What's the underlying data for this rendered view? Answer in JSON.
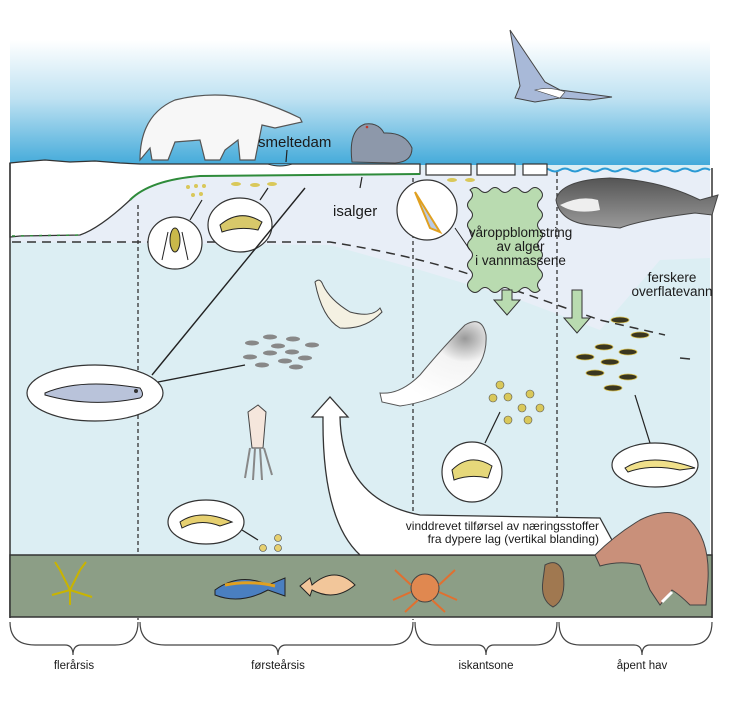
{
  "diagram": {
    "title": "",
    "labels": {
      "melt_pond": "smeltedam",
      "ice_algae": "isalger",
      "spring_bloom": [
        "våroppblomstring",
        "av alger",
        "i vannmassene"
      ],
      "fresher_surface_water": [
        "ferskere",
        "overflatevann"
      ],
      "vertical_mixing": [
        "vinddrevet tilførsel av næringsstoffer",
        "fra dypere lag (vertikal blanding)"
      ]
    },
    "zones": [
      {
        "id": "multi-year-ice",
        "label": "flerårsis"
      },
      {
        "id": "first-year-ice",
        "label": "førsteårsis"
      },
      {
        "id": "ice-edge-zone",
        "label": "iskantsone"
      },
      {
        "id": "open-sea",
        "label": "åpent hav"
      }
    ],
    "organisms": {
      "surface": [
        "polar-bear",
        "ringed-seal",
        "gull"
      ],
      "ice_water": [
        "ice-algae",
        "copepod",
        "ice-amphipod",
        "polar-cod-school",
        "pteropod",
        "bowhead-whale"
      ],
      "water_column": [
        "harp-seal",
        "polar-cod",
        "squid",
        "beluga",
        "amphipod-swarm",
        "krill-swarm",
        "krill",
        "shrimp"
      ],
      "seabed": [
        "seaweed",
        "sculpin",
        "flatfish",
        "snow-crab",
        "sponge",
        "walrus"
      ]
    },
    "colors": {
      "sky_top": "#ffffff",
      "sky_bottom": "#3aa6d8",
      "ice": "#ffffff",
      "ice_layer_water": "#e8eef7",
      "water": "#dceef3",
      "fresh_water": "#e4ecf6",
      "bloom": "#b9dbb0",
      "seabed": "#8c9e86",
      "ice_algae_line": "#2e8b3a",
      "line": "#222222"
    }
  }
}
